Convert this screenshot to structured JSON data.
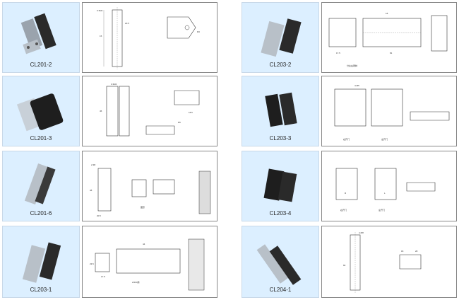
{
  "products": [
    {
      "code": "CL201-2",
      "notes": [
        "0.3M4",
        "15",
        "20.5",
        "R3"
      ]
    },
    {
      "code": "CL203-2",
      "notes": [
        "18",
        "81",
        "17.5",
        "分左右两种"
      ]
    },
    {
      "code": "CL201-3",
      "notes": [
        "0.3M4",
        "45",
        "18.5",
        "R5"
      ]
    },
    {
      "code": "CL203-3",
      "notes": [
        "4-M5",
        "右开门",
        "左开门"
      ]
    },
    {
      "code": "CL201-6",
      "notes": [
        "2.3R",
        "20.5",
        "38",
        "图形"
      ]
    },
    {
      "code": "CL203-4",
      "notes": [
        "R",
        "L",
        "右开门",
        "左开门"
      ]
    },
    {
      "code": "CL203-1",
      "notes": [
        "44",
        "17.5",
        "23.5",
        "2/203用"
      ]
    },
    {
      "code": "CL204-1",
      "notes": [
        "4-M8",
        "82",
        "18",
        "28"
      ]
    }
  ]
}
